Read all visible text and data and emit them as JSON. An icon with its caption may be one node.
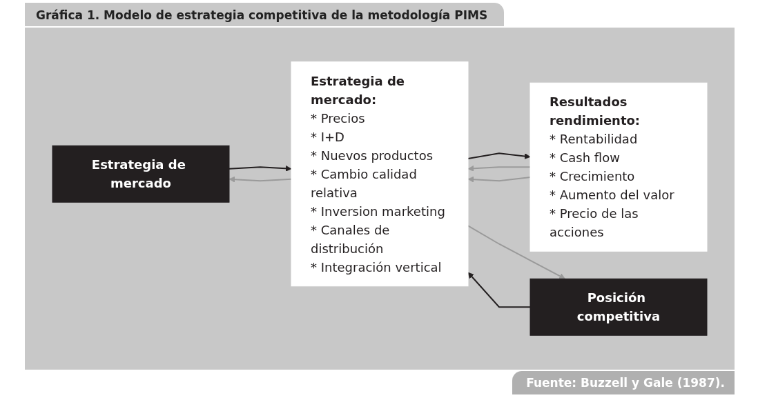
{
  "diagram": {
    "title": "Gráfica 1. Modelo de estrategia competitiva de la metodología PIMS",
    "caption": "Fuente: Buzzell y Gale (1987).",
    "nodes": [
      {
        "text": [
          "Estrategia de mercado"
        ]
      },
      {
        "text": [
          "Posición competitiva"
        ]
      },
      {
        "text": [
          "Estrategia de mercado:",
          "* Precios",
          "* I+D",
          "* Nuevos productos",
          "* Cambio calidad relativa",
          "* Inversion marketing",
          "* Canales de distribución",
          "* Integración vertical"
        ]
      },
      {
        "text": [
          "Resultados rendimiento:",
          "* Rentabilidad",
          "* Cash flow",
          "* Crecimiento",
          "* Aumento del valor",
          "* Precio de las acciones"
        ]
      }
    ],
    "edges": [
      {
        "from": 0,
        "to": 2,
        "arrow": "to",
        "color": "#231f20"
      },
      {
        "from": 1,
        "to": 2,
        "arrow": "to",
        "color": "#231f20"
      },
      {
        "from": 2,
        "to": 3,
        "arrow": "to",
        "color": "#231f20"
      },
      {
        "from": 2,
        "to": 0,
        "arrow": "to"
      },
      {
        "from": 2,
        "to": 1,
        "arrow": "to"
      },
      {
        "from": 3,
        "to": 2,
        "arrow": "to"
      },
      {
        "from": 3,
        "to": 2,
        "arrow": "to"
      }
    ]
  }
}
